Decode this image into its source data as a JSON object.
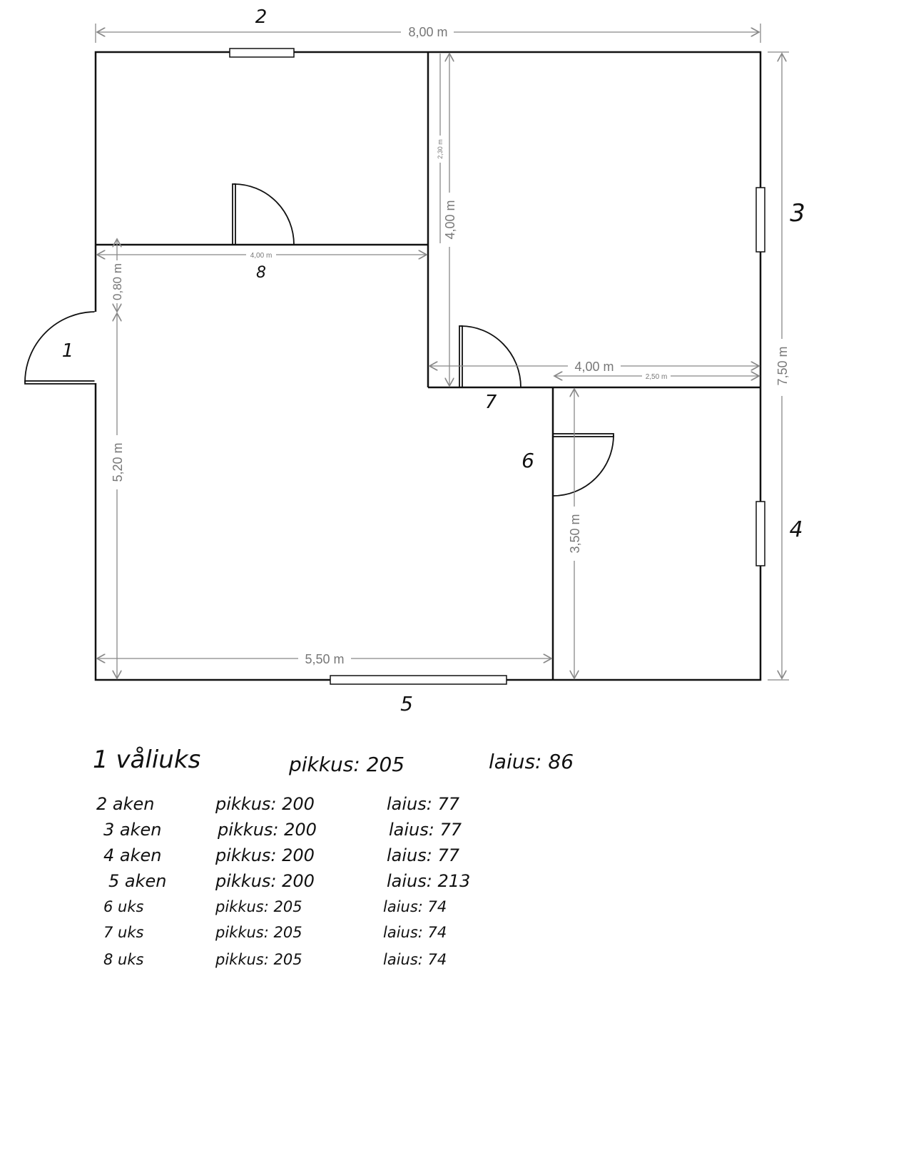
{
  "dimensions": {
    "top_width": "8,00 m",
    "right_height": "7,50 m",
    "left_upper": "0,80 m",
    "left_lower": "5,20 m",
    "mid_horizontal": "4,00 m",
    "inner_vertical": "4,00 m",
    "inner_vertical_small": "2,30 m",
    "right_room_width": "4,00 m",
    "right_room_small": "2,50 m",
    "lower_right_height": "3,50 m",
    "bottom_width": "5,50 m"
  },
  "labels": [
    "1",
    "2",
    "3",
    "4",
    "5",
    "6",
    "7",
    "8"
  ],
  "table": [
    {
      "item": "1 våliuks",
      "pikkus": "pikkus: 205",
      "laius": "laius: 86"
    },
    {
      "item": "2 aken",
      "pikkus": "pikkus: 200",
      "laius": "laius: 77"
    },
    {
      "item": "3 aken",
      "pikkus": "pikkus: 200",
      "laius": "laius: 77"
    },
    {
      "item": "4 aken",
      "pikkus": "pikkus: 200",
      "laius": "laius: 77"
    },
    {
      "item": "5 aken",
      "pikkus": "pikkus: 200",
      "laius": "laius: 213"
    },
    {
      "item": "6 uks",
      "pikkus": "pikkus: 205",
      "laius": "laius: 74"
    },
    {
      "item": "7 uks",
      "pikkus": "pikkus: 205",
      "laius": "laius: 74"
    },
    {
      "item": "8 uks",
      "pikkus": "pikkus: 205",
      "laius": "laius: 74"
    }
  ]
}
